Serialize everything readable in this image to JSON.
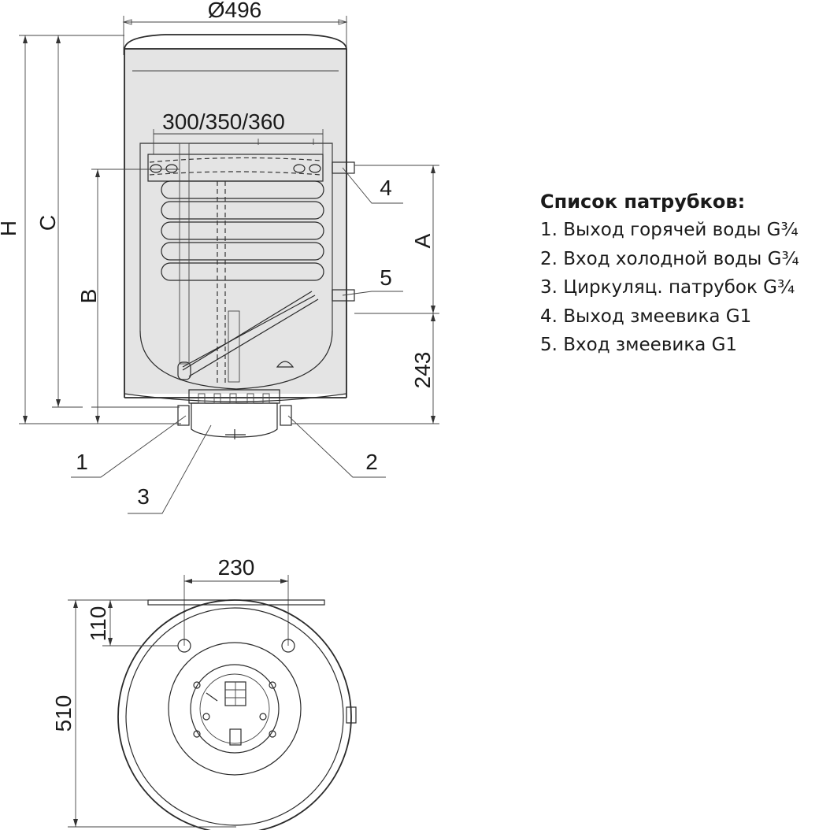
{
  "side_view": {
    "dim_diameter": "Ø496",
    "dim_mount": "300/350/360",
    "dim_H": "H",
    "dim_C": "C",
    "dim_B": "B",
    "dim_A": "A",
    "dim_243": "243",
    "callouts": [
      "1",
      "2",
      "3",
      "4",
      "5"
    ]
  },
  "top_view": {
    "dim_230": "230",
    "dim_110": "110",
    "dim_510": "510"
  },
  "legend": {
    "title": "Список патрубков:",
    "items": [
      "1. Выход горячей воды G¾",
      "2. Вход холодной воды G¾",
      "3. Циркуляц. патрубок G¾",
      "4. Выход змеевика G1",
      "5. Вход змеевика G1"
    ]
  }
}
